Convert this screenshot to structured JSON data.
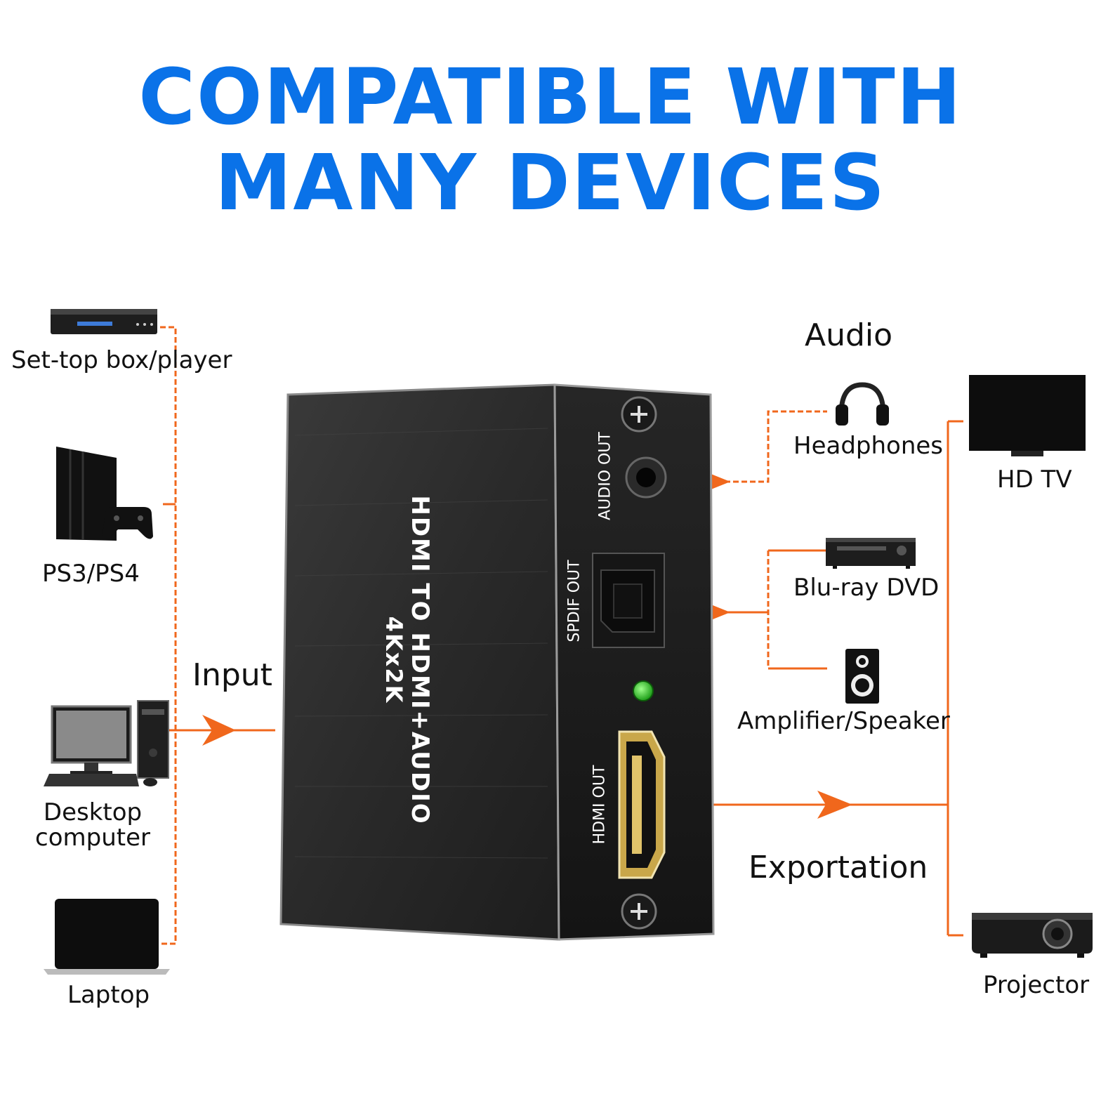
{
  "headline": {
    "line1": "COMPATIBLE WITH",
    "line2": "MANY DEVICES"
  },
  "colors": {
    "headline": "#0a72e8",
    "connector": "#f0671c",
    "device_body": "#2b2b2b"
  },
  "input": {
    "label": "Input",
    "devices": [
      {
        "label": "Set-top box/player",
        "icon": "set-top-box-icon"
      },
      {
        "label": "PS3/PS4",
        "icon": "game-console-icon"
      },
      {
        "label": "Desktop\ncomputer",
        "line1": "Desktop",
        "line2": "computer",
        "icon": "desktop-computer-icon"
      },
      {
        "label": "Laptop",
        "icon": "laptop-icon"
      }
    ]
  },
  "device": {
    "top_text": "HDMI TO HDMI+AUDIO",
    "top_sub": "4Kx2K",
    "ports": {
      "audio_out": "AUDIO OUT",
      "spdif_out": "SPDIF OUT",
      "hdmi_out": "HDMI OUT"
    }
  },
  "audio": {
    "label": "Audio",
    "devices": [
      {
        "label": "Headphones",
        "icon": "headphones-icon"
      },
      {
        "label": "Blu-ray DVD",
        "icon": "bluray-player-icon"
      },
      {
        "label": "Amplifier/Speaker",
        "icon": "speaker-icon"
      }
    ]
  },
  "export": {
    "label": "Exportation",
    "devices": [
      {
        "label": "HD TV",
        "icon": "tv-icon"
      },
      {
        "label": "Projector",
        "icon": "projector-icon"
      }
    ]
  }
}
